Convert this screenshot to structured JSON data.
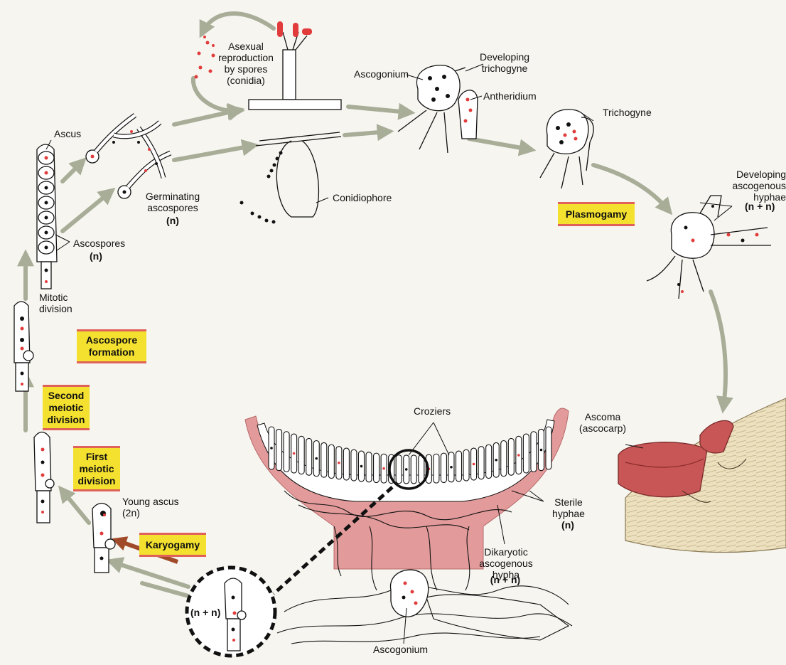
{
  "labels": {
    "asexual": "Asexual reproduction by spores (conidia)",
    "developing_trichogyne": "Developing trichogyne",
    "ascogonium_top": "Ascogonium",
    "antheridium": "Antheridium",
    "trichogyne": "Trichogyne",
    "developing_ascogenous": "Developing ascogenous hyphae",
    "n_plus_n_top": "(n + n)",
    "ascus": "Ascus",
    "germinating": "Germinating ascospores",
    "n_germ": "(n)",
    "conidiophore": "Conidiophore",
    "ascospores": "Ascospores",
    "n_ascospores": "(n)",
    "mitotic": "Mitotic division",
    "croziers": "Croziers",
    "ascoma": "Ascoma (ascocarp)",
    "sterile": "Sterile hyphae",
    "n_sterile": "(n)",
    "dikaryotic": "Dikaryotic ascogenous hypha",
    "n_plus_n_dik": "(n + n)",
    "young_ascus": "Young ascus (2n)",
    "n_plus_n_circle": "(n + n)",
    "ascogonium_bottom": "Ascogonium"
  },
  "stages": {
    "plasmogamy": "Plasmogamy",
    "ascospore_formation": "Ascospore formation",
    "second_meiotic": "Second meiotic division",
    "first_meiotic": "First meiotic division",
    "karyogamy": "Karyogamy"
  },
  "colors": {
    "stage_fill": "#f3e02f",
    "stage_border": "#e0605a",
    "arrow": "#a8ad98",
    "karyogamy_arrow": "#a04a2a",
    "nucleus_red": "#e23b3b",
    "nucleus_black": "#111111",
    "ascoma_pink": "#e29a9a"
  }
}
